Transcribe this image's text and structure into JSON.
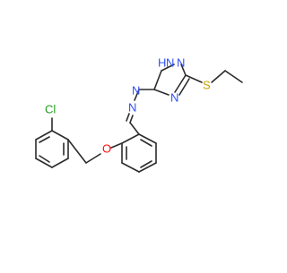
{
  "molecule": {
    "atom_labels": {
      "chlorine": "Cl",
      "ether_oxygen": "O",
      "hydrazone_n1": "N",
      "hydrazone_n2": "N",
      "triazole_nh_n": "N",
      "triazole_nh_h": "H",
      "triazole_n2": "N",
      "triazole_n4": "N",
      "sulfur": "S"
    },
    "colors": {
      "bond": "#2b2b2b",
      "nitrogen": "#3050F8",
      "oxygen": "#FF0D0D",
      "sulfur": "#C8A000",
      "chlorine": "#1FA01F"
    }
  }
}
